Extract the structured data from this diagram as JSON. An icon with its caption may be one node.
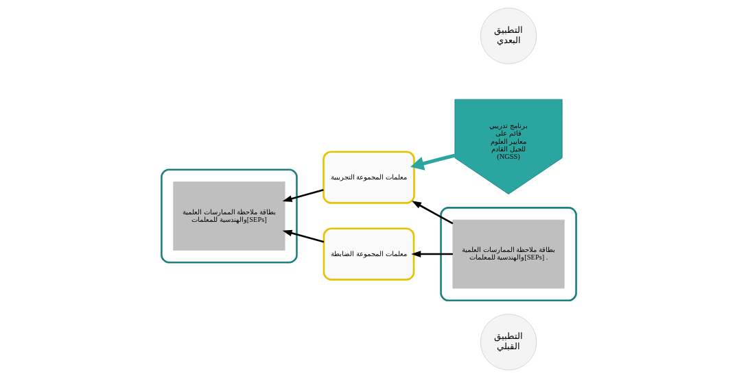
{
  "diagram": {
    "nodes": [
      {
        "text": [
          "التطبيق القبلي"
        ]
      },
      {
        "text": [],
        "shape": "box"
      },
      {
        "text": [
          "بطاقة ملاحظة الممارسات العلمية والهندسية للمعلمات[SEPs] ."
        ],
        "in": 1
      },
      {
        "text": [
          "التطبيق البعدي"
        ]
      },
      {
        "text": [],
        "shape": "box"
      },
      {
        "text": [
          "بطاقة ملاحظة الممارسات العلمية والهندسية للمعلمات[SEPs]"
        ],
        "in": 4
      },
      {
        "text": [
          "برنامج تدريبي قائم على معايير العلوم للجيل القادم (NGSS)"
        ]
      },
      {
        "text": [
          "معلمات المجموعة التجريبية"
        ]
      },
      {
        "text": [
          "معلمات المجموعة الضابطة"
        ]
      }
    ],
    "edges": [
      {
        "from": 2,
        "to": 7,
        "arrow": "to"
      },
      {
        "from": 7,
        "to": 5,
        "arrow": "to"
      },
      {
        "from": 2,
        "to": 8,
        "arrow": "to"
      },
      {
        "from": 8,
        "to": 5,
        "arrow": "to"
      },
      {
        "from": 6,
        "to": 7,
        "arrow": "to",
        "style": "thick",
        "color": "#2aa5a0"
      }
    ]
  }
}
